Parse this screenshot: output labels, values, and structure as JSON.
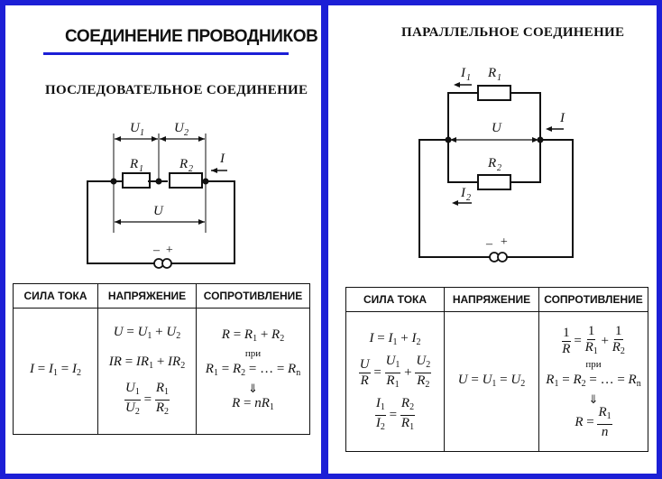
{
  "left": {
    "title": "СОЕДИНЕНИЕ ПРОВОДНИКОВ",
    "subtitle": "ПОСЛЕДОВАТЕЛЬНОЕ СОЕДИНЕНИЕ",
    "table": {
      "headers": [
        "СИЛА ТОКА",
        "НАПРЯЖЕНИЕ",
        "СОПРОТИВЛЕНИЕ"
      ],
      "word_pri": "при"
    }
  },
  "right": {
    "title": "ПАРАЛЛЕЛЬНОЕ СОЕДИНЕНИЕ",
    "table": {
      "headers": [
        "СИЛА ТОКА",
        "НАПРЯЖЕНИЕ",
        "СОПРОТИВЛЕНИЕ"
      ],
      "word_pri": "при"
    }
  },
  "colors": {
    "frame": "#1c1fd6",
    "ink": "#111111"
  }
}
